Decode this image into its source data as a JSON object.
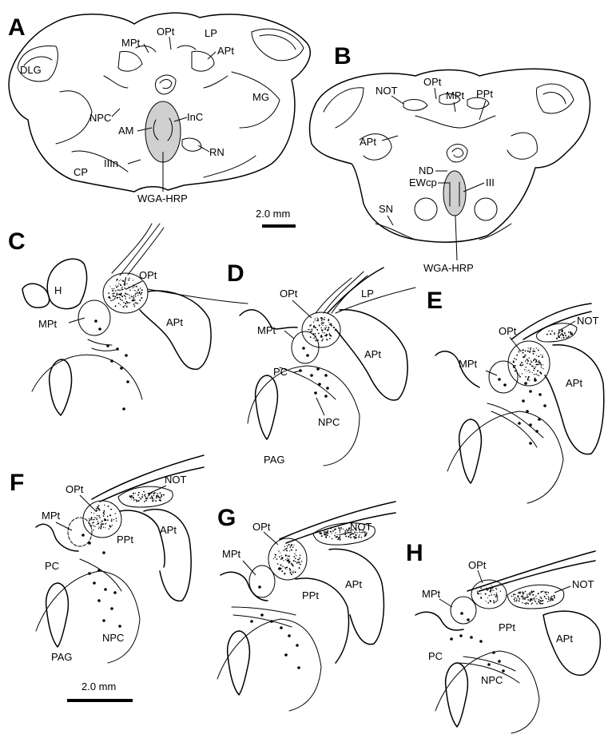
{
  "panels": {
    "A": {
      "letter": "A",
      "labels": {
        "dlg": "DLG",
        "mpt": "MPt",
        "opt": "OPt",
        "lp": "LP",
        "apt": "APt",
        "mg": "MG",
        "npc": "NPC",
        "am": "AM",
        "inc": "InC",
        "rn": "RN",
        "iiin": "IIIn",
        "cp": "CP",
        "wga": "WGA-HRP"
      }
    },
    "B": {
      "letter": "B",
      "labels": {
        "not": "NOT",
        "opt": "OPt",
        "mpt": "MPt",
        "ppt": "PPt",
        "apt": "APt",
        "nd": "ND",
        "ewcp": "EWcp",
        "iii": "III",
        "sn": "SN",
        "wga": "WGA-HRP"
      }
    },
    "C": {
      "letter": "C",
      "labels": {
        "h": "H",
        "opt": "OPt",
        "mpt": "MPt",
        "apt": "APt"
      }
    },
    "D": {
      "letter": "D",
      "labels": {
        "opt": "OPt",
        "lp": "LP",
        "mpt": "MPt",
        "apt": "APt",
        "pc": "PC",
        "npc": "NPC",
        "pag": "PAG"
      }
    },
    "E": {
      "letter": "E",
      "labels": {
        "not": "NOT",
        "opt": "OPt",
        "mpt": "MPt",
        "apt": "APt"
      }
    },
    "F": {
      "letter": "F",
      "labels": {
        "opt": "OPt",
        "not": "NOT",
        "mpt": "MPt",
        "ppt": "PPt",
        "apt": "APt",
        "pc": "PC",
        "npc": "NPC",
        "pag": "PAG"
      }
    },
    "G": {
      "letter": "G",
      "labels": {
        "opt": "OPt",
        "not": "NOT",
        "mpt": "MPt",
        "apt": "APt",
        "ppt": "PPt"
      }
    },
    "H": {
      "letter": "H",
      "labels": {
        "opt": "OPt",
        "mpt": "MPt",
        "not": "NOT",
        "ppt": "PPt",
        "apt": "APt",
        "pc": "PC",
        "npc": "NPC"
      }
    }
  },
  "scale_bars": {
    "top": "2.0 mm",
    "bottom": "2.0 mm"
  }
}
